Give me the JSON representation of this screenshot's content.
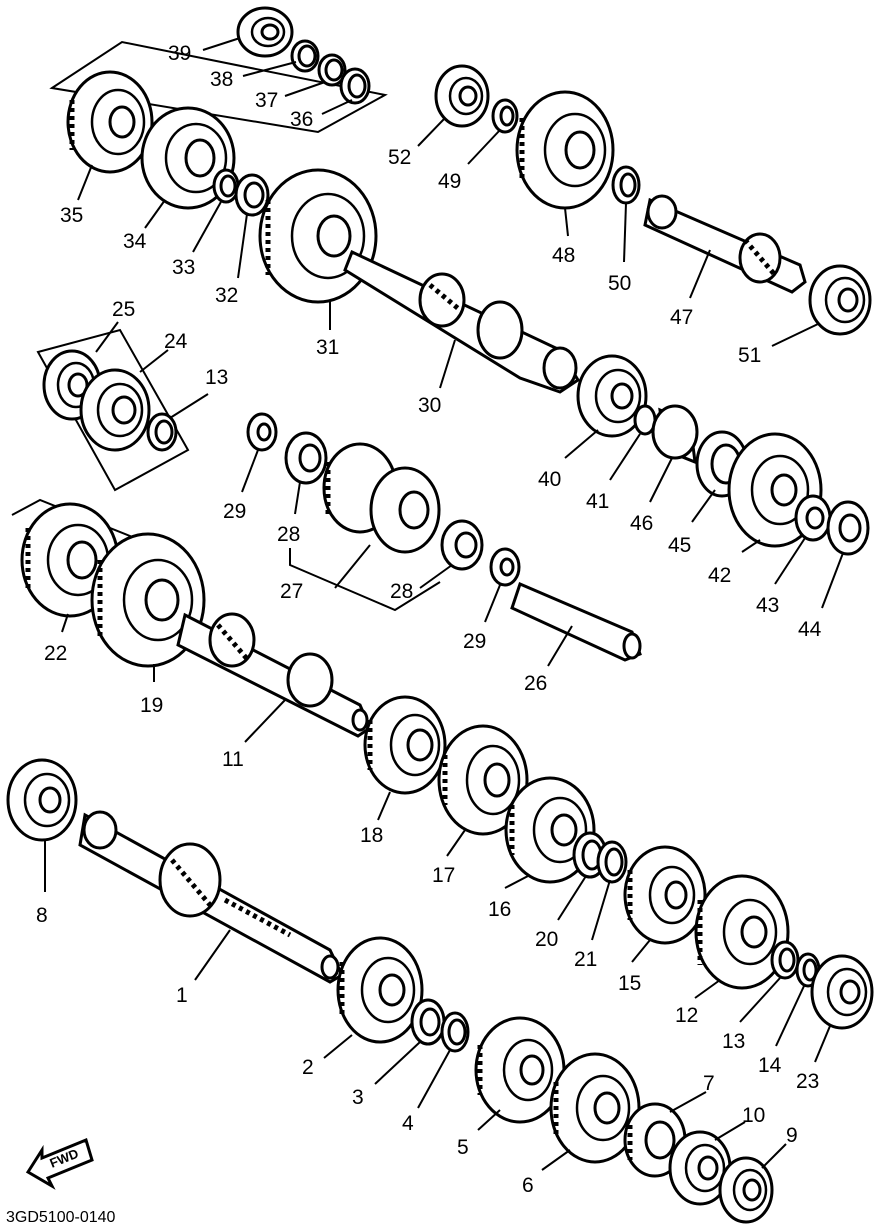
{
  "diagram": {
    "drawing_code": "3GD5100-0140",
    "fwd_label": "FWD",
    "parts": [
      {
        "id": "p1",
        "label": "1"
      },
      {
        "id": "p2",
        "label": "2"
      },
      {
        "id": "p3",
        "label": "3"
      },
      {
        "id": "p4",
        "label": "4"
      },
      {
        "id": "p5",
        "label": "5"
      },
      {
        "id": "p6",
        "label": "6"
      },
      {
        "id": "p7",
        "label": "7"
      },
      {
        "id": "p8",
        "label": "8"
      },
      {
        "id": "p9",
        "label": "9"
      },
      {
        "id": "p10",
        "label": "10"
      },
      {
        "id": "p11",
        "label": "11"
      },
      {
        "id": "p12",
        "label": "12"
      },
      {
        "id": "p13a",
        "label": "13"
      },
      {
        "id": "p13b",
        "label": "13"
      },
      {
        "id": "p14",
        "label": "14"
      },
      {
        "id": "p15",
        "label": "15"
      },
      {
        "id": "p16",
        "label": "16"
      },
      {
        "id": "p17",
        "label": "17"
      },
      {
        "id": "p18",
        "label": "18"
      },
      {
        "id": "p19",
        "label": "19"
      },
      {
        "id": "p20",
        "label": "20"
      },
      {
        "id": "p21",
        "label": "21"
      },
      {
        "id": "p22",
        "label": "22"
      },
      {
        "id": "p23",
        "label": "23"
      },
      {
        "id": "p24",
        "label": "24"
      },
      {
        "id": "p25",
        "label": "25"
      },
      {
        "id": "p26",
        "label": "26"
      },
      {
        "id": "p27",
        "label": "27"
      },
      {
        "id": "p28a",
        "label": "28"
      },
      {
        "id": "p28b",
        "label": "28"
      },
      {
        "id": "p29a",
        "label": "29"
      },
      {
        "id": "p29b",
        "label": "29"
      },
      {
        "id": "p30",
        "label": "30"
      },
      {
        "id": "p31",
        "label": "31"
      },
      {
        "id": "p32",
        "label": "32"
      },
      {
        "id": "p33",
        "label": "33"
      },
      {
        "id": "p34",
        "label": "34"
      },
      {
        "id": "p35",
        "label": "35"
      },
      {
        "id": "p36",
        "label": "36"
      },
      {
        "id": "p37",
        "label": "37"
      },
      {
        "id": "p38",
        "label": "38"
      },
      {
        "id": "p39",
        "label": "39"
      },
      {
        "id": "p40",
        "label": "40"
      },
      {
        "id": "p41",
        "label": "41"
      },
      {
        "id": "p42",
        "label": "42"
      },
      {
        "id": "p43",
        "label": "43"
      },
      {
        "id": "p44",
        "label": "44"
      },
      {
        "id": "p45",
        "label": "45"
      },
      {
        "id": "p46",
        "label": "46"
      },
      {
        "id": "p47",
        "label": "47"
      },
      {
        "id": "p48",
        "label": "48"
      },
      {
        "id": "p49",
        "label": "49"
      },
      {
        "id": "p50",
        "label": "50"
      },
      {
        "id": "p51",
        "label": "51"
      },
      {
        "id": "p52",
        "label": "52"
      }
    ]
  }
}
